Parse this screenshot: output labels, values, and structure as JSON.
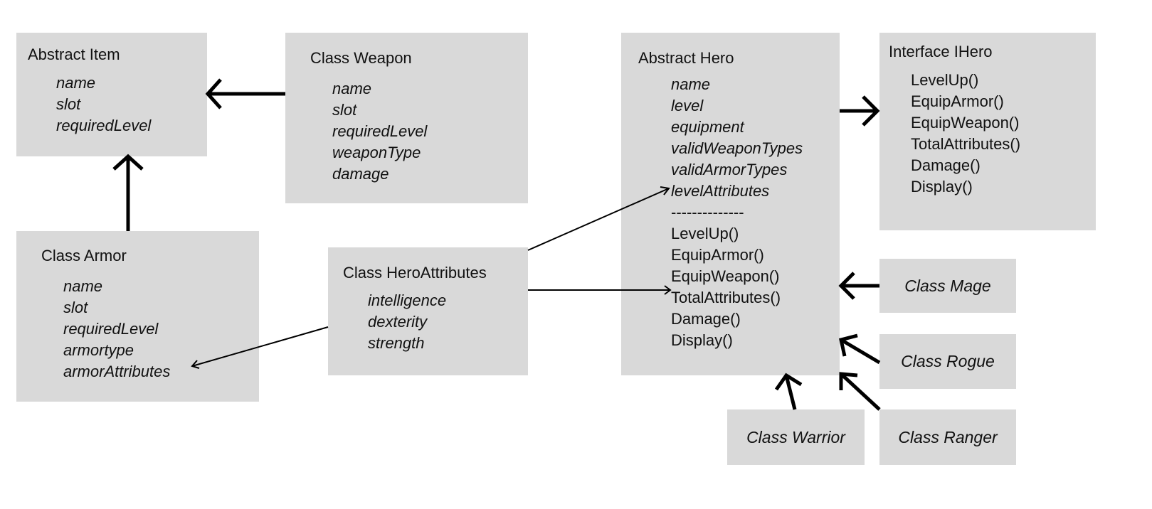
{
  "abstract_item": {
    "title": "Abstract Item",
    "fields": [
      "name",
      "slot",
      "requiredLevel"
    ]
  },
  "class_weapon": {
    "title": "Class Weapon",
    "fields": [
      "name",
      "slot",
      "requiredLevel",
      "weaponType",
      "damage"
    ]
  },
  "class_armor": {
    "title": "Class Armor",
    "fields": [
      "name",
      "slot",
      "requiredLevel",
      "armortype",
      "armorAttributes"
    ]
  },
  "class_hero_attributes": {
    "title": "Class HeroAttributes",
    "fields": [
      "intelligence",
      "dexterity",
      "strength"
    ]
  },
  "abstract_hero": {
    "title": "Abstract Hero",
    "fields": [
      "name",
      "level",
      "equipment",
      "validWeaponTypes",
      "validArmorTypes",
      "levelAttributes"
    ],
    "separator": "--------------",
    "methods": [
      "LevelUp()",
      "EquipArmor()",
      "EquipWeapon()",
      "TotalAttributes()",
      "Damage()",
      "Display()"
    ]
  },
  "interface_ihero": {
    "title": "Interface IHero",
    "methods": [
      "LevelUp()",
      "EquipArmor()",
      "EquipWeapon()",
      "TotalAttributes()",
      "Damage()",
      "Display()"
    ]
  },
  "class_mage": {
    "title": "Class Mage"
  },
  "class_rogue": {
    "title": "Class Rogue"
  },
  "class_warrior": {
    "title": "Class Warrior"
  },
  "class_ranger": {
    "title": "Class Ranger"
  }
}
